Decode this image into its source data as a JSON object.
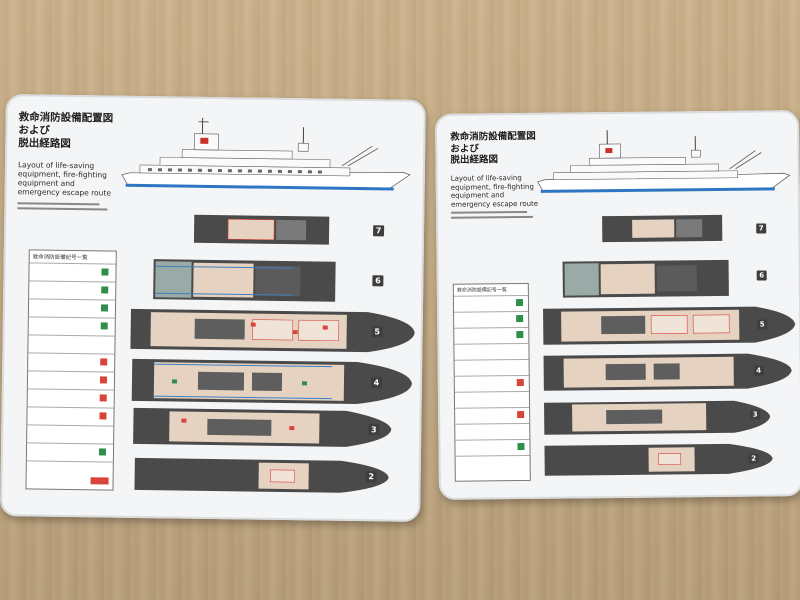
{
  "signs": [
    {
      "title_ja": "救命消防設備配置図\nおよび\n脱出経路図",
      "title_en": "Layout of life-saving equipment, fire-fighting equipment and emergency escape route",
      "legend_title": "救命消防設備記号一覧",
      "decks": [
        "7",
        "6",
        "5",
        "4",
        "3",
        "2"
      ]
    },
    {
      "title_ja": "救命消防設備配置図\nおよび\n脱出経路図",
      "title_en": "Layout of life-saving equipment, fire-fighting equipment and emergency escape route",
      "legend_title": "救命消防設備記号一覧",
      "decks": [
        "7",
        "6",
        "5",
        "4",
        "3",
        "2"
      ]
    }
  ],
  "colors": {
    "wall": "#c5ab84",
    "board": "#f4f5f6",
    "deck_dark": "#4a4a4a",
    "room_tan": "#e6d2c0",
    "escape_red": "#d8433a",
    "equipment_blue": "#3d7fc4",
    "equipment_green": "#2f8f4a",
    "hull_stripe": "#2f76c2"
  }
}
